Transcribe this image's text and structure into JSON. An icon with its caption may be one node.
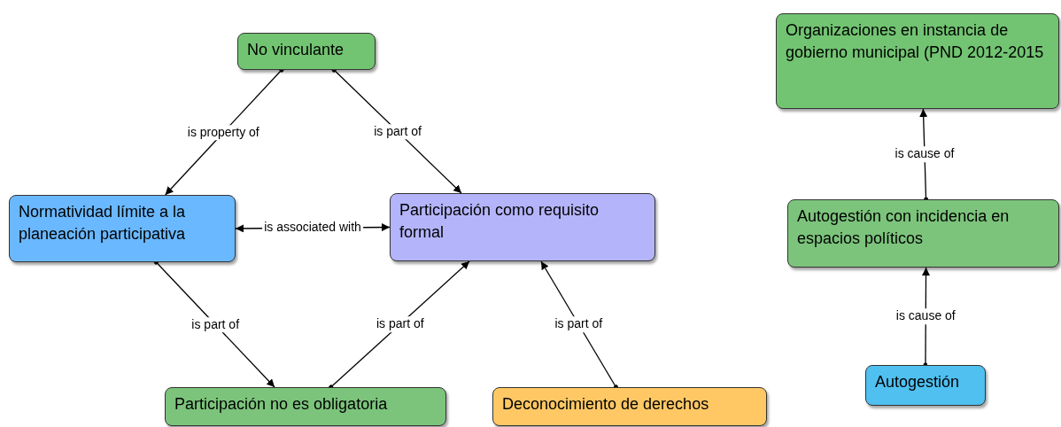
{
  "diagram": {
    "nodes": [
      {
        "text": [
          "No vinculante"
        ]
      },
      {
        "text": [
          "Normatividad límite a la planeación participativa"
        ]
      },
      {
        "text": [
          "Participación como requisito formal"
        ]
      },
      {
        "text": [
          "Participación no es obligatoria"
        ]
      },
      {
        "text": [
          "Deconocimiento de derechos"
        ]
      },
      {
        "text": [
          "Organizaciones en instancia de gobierno municipal (PND 2012-2015"
        ]
      },
      {
        "text": [
          "Autogestión con incidencia en espacios políticos"
        ]
      },
      {
        "text": [
          "Autogestión"
        ]
      }
    ],
    "edges": [
      {
        "from": 0,
        "to": 1,
        "arrow": "to",
        "label": "is property of"
      },
      {
        "from": 0,
        "to": 2,
        "arrow": "to",
        "label": "is part of"
      },
      {
        "from": 1,
        "to": 2,
        "arrow": "both",
        "label": "is associated with"
      },
      {
        "from": 1,
        "to": 3,
        "arrow": "to",
        "label": "is part of"
      },
      {
        "from": 3,
        "to": 2,
        "arrow": "to",
        "label": "is part of"
      },
      {
        "from": 4,
        "to": 2,
        "arrow": "to",
        "label": "is part of"
      },
      {
        "from": 7,
        "to": 6,
        "arrow": "to",
        "label": "is cause of"
      },
      {
        "from": 6,
        "to": 5,
        "arrow": "to",
        "label": "is cause of"
      }
    ]
  }
}
